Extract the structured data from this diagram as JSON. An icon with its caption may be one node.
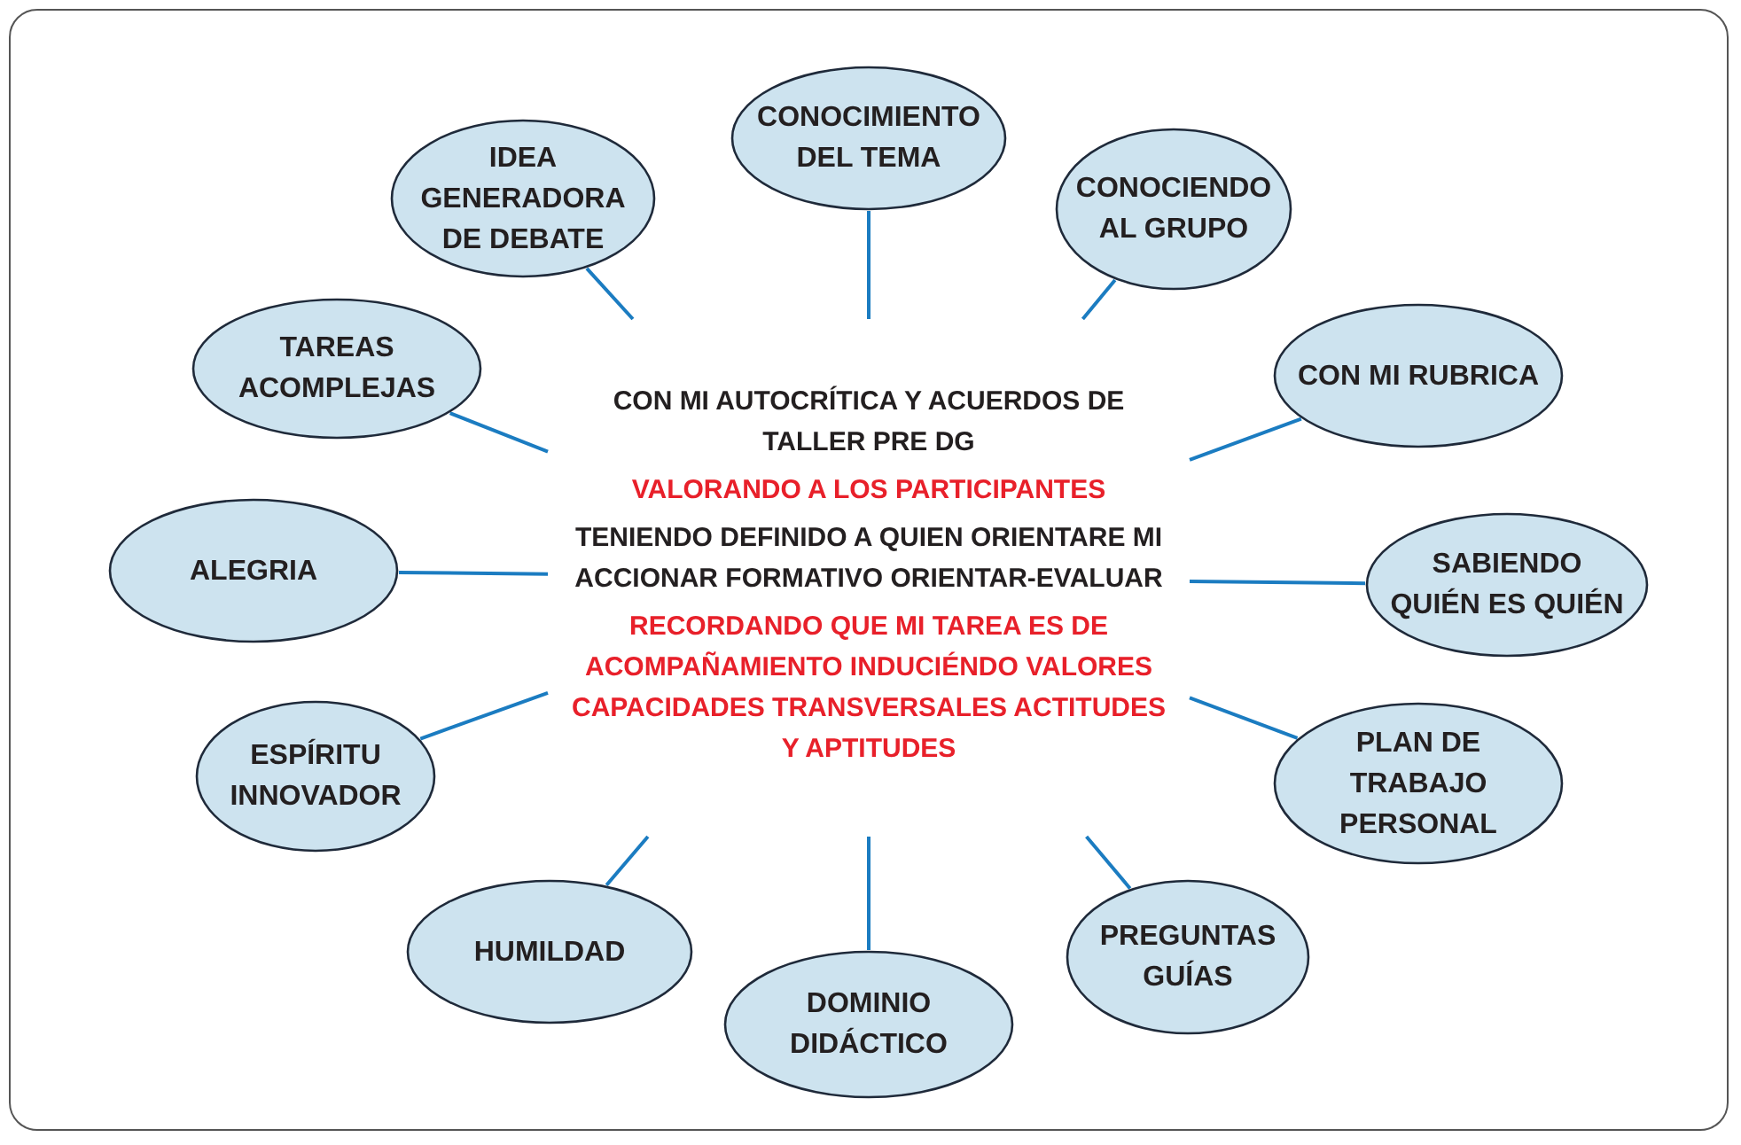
{
  "diagram": {
    "nodes": [
      {
        "text": [
          "CON MI AUTOCRÍTICA Y ACUERDOS DE TALLER PRE DG",
          "VALORANDO A LOS PARTICIPANTES",
          "TENIENDO DEFINIDO A QUIEN ORIENTARE MI ACCIONAR FORMATIVO ORIENTAR-EVALUAR",
          "RECORDANDO QUE MI TAREA ES DE ACOMPAÑAMIENTO INDUCIÉNDO VALORES CAPACIDADES TRANSVERSALES ACTITUDES Y APTITUDES"
        ]
      },
      {
        "text": [
          "CONOCIMIENTO DEL TEMA"
        ]
      },
      {
        "text": [
          "CONOCIENDO AL GRUPO"
        ]
      },
      {
        "text": [
          "CON MI RUBRICA"
        ]
      },
      {
        "text": [
          "SABIENDO QUIÉN ES QUIÉN"
        ]
      },
      {
        "text": [
          "PLAN DE TRABAJO PERSONAL"
        ]
      },
      {
        "text": [
          "PREGUNTAS GUÍAS"
        ]
      },
      {
        "text": [
          "DOMINIO DIDÁCTICO"
        ]
      },
      {
        "text": [
          "HUMILDAD"
        ]
      },
      {
        "text": [
          "ESPÍRITU INNOVADOR"
        ]
      },
      {
        "text": [
          "ALEGRIA"
        ]
      },
      {
        "text": [
          "TAREAS ACOMPLEJAS"
        ]
      },
      {
        "text": [
          "IDEA GENERADORA DE DEBATE"
        ]
      }
    ],
    "edges": [
      {
        "from": 1,
        "to": 0,
        "arrow": "none"
      },
      {
        "from": 2,
        "to": 0,
        "arrow": "none"
      },
      {
        "from": 3,
        "to": 0,
        "arrow": "none"
      },
      {
        "from": 4,
        "to": 0,
        "arrow": "none"
      },
      {
        "from": 5,
        "to": 0,
        "arrow": "none"
      },
      {
        "from": 6,
        "to": 0,
        "arrow": "none"
      },
      {
        "from": 7,
        "to": 0,
        "arrow": "none"
      },
      {
        "from": 8,
        "to": 0,
        "arrow": "none"
      },
      {
        "from": 9,
        "to": 0,
        "arrow": "none"
      },
      {
        "from": 10,
        "to": 0,
        "arrow": "none"
      },
      {
        "from": 11,
        "to": 0,
        "arrow": "none"
      },
      {
        "from": 12,
        "to": 0,
        "arrow": "none"
      }
    ]
  }
}
